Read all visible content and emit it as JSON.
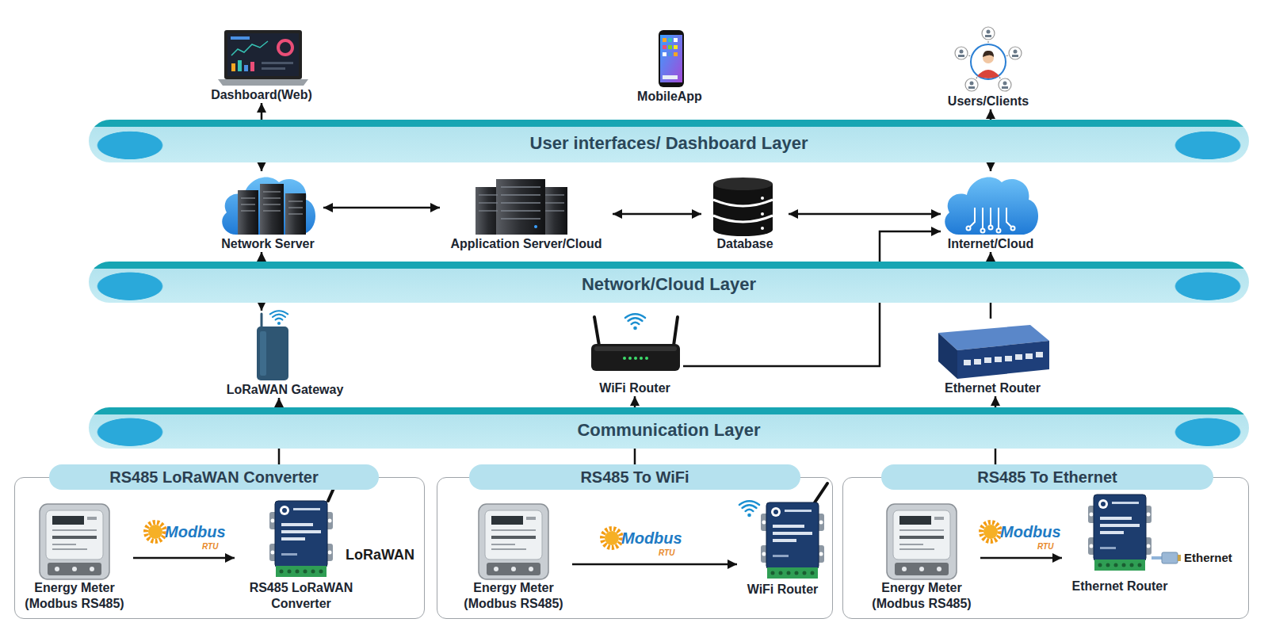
{
  "diagram": {
    "nodes": [
      {
        "text": [
          "Dashboard(Web)"
        ]
      },
      {
        "text": [
          "MobileApp"
        ]
      },
      {
        "text": [
          "Users/Clients"
        ]
      },
      {
        "text": [
          "User interfaces/ Dashboard Layer"
        ]
      },
      {
        "text": [
          "Network Server"
        ]
      },
      {
        "text": [
          "Application Server/Cloud"
        ]
      },
      {
        "text": [
          "Database"
        ]
      },
      {
        "text": [
          "Internet/Cloud"
        ]
      },
      {
        "text": [
          "Network/Cloud Layer"
        ]
      },
      {
        "text": [
          "LoRaWAN Gateway"
        ]
      },
      {
        "text": [
          "WiFi Router"
        ]
      },
      {
        "text": [
          "Ethernet Router"
        ]
      },
      {
        "text": [
          "Communication Layer"
        ]
      },
      {
        "text": [
          "RS485 LoRaWAN Converter"
        ]
      },
      {
        "text": [
          "Energy Meter (Modbus RS485)"
        ],
        "in": 13
      },
      {
        "text": [
          "RS485 LoRaWAN Converter"
        ],
        "in": 13
      },
      {
        "text": [
          "RS485 To WiFi"
        ]
      },
      {
        "text": [
          "Energy Meter (Modbus RS485)"
        ],
        "in": 16
      },
      {
        "text": [
          "WiFi Router"
        ],
        "in": 16
      },
      {
        "text": [
          "RS485 To Ethernet"
        ]
      },
      {
        "text": [
          "Energy Meter (Modbus RS485)"
        ],
        "in": 19
      },
      {
        "text": [
          "Ethernet Router"
        ],
        "in": 19
      }
    ],
    "edges": [
      {
        "from": 0,
        "to": 4,
        "arrow": "both"
      },
      {
        "from": 4,
        "to": 5,
        "arrow": "both"
      },
      {
        "from": 5,
        "to": 6,
        "arrow": "both"
      },
      {
        "from": 6,
        "to": 7,
        "arrow": "both"
      },
      {
        "from": 7,
        "to": 2,
        "arrow": "both"
      },
      {
        "from": 4,
        "to": 9,
        "arrow": "both"
      },
      {
        "from": 10,
        "to": 7,
        "arrow": "to"
      },
      {
        "from": 11,
        "to": 7,
        "arrow": "to"
      },
      {
        "from": 13,
        "to": 9,
        "arrow": "to"
      },
      {
        "from": 16,
        "to": 10,
        "arrow": "to"
      },
      {
        "from": 19,
        "to": 11,
        "arrow": "to"
      },
      {
        "from": 14,
        "to": 15,
        "arrow": "to"
      },
      {
        "from": 17,
        "to": 18,
        "arrow": "to"
      },
      {
        "from": 20,
        "to": 21,
        "arrow": "to"
      }
    ],
    "labels": [
      "Modbus",
      "RTU",
      "LoRaWAN",
      "Modbus",
      "RTU",
      "Modbus",
      "RTU",
      "Ethernet"
    ]
  }
}
